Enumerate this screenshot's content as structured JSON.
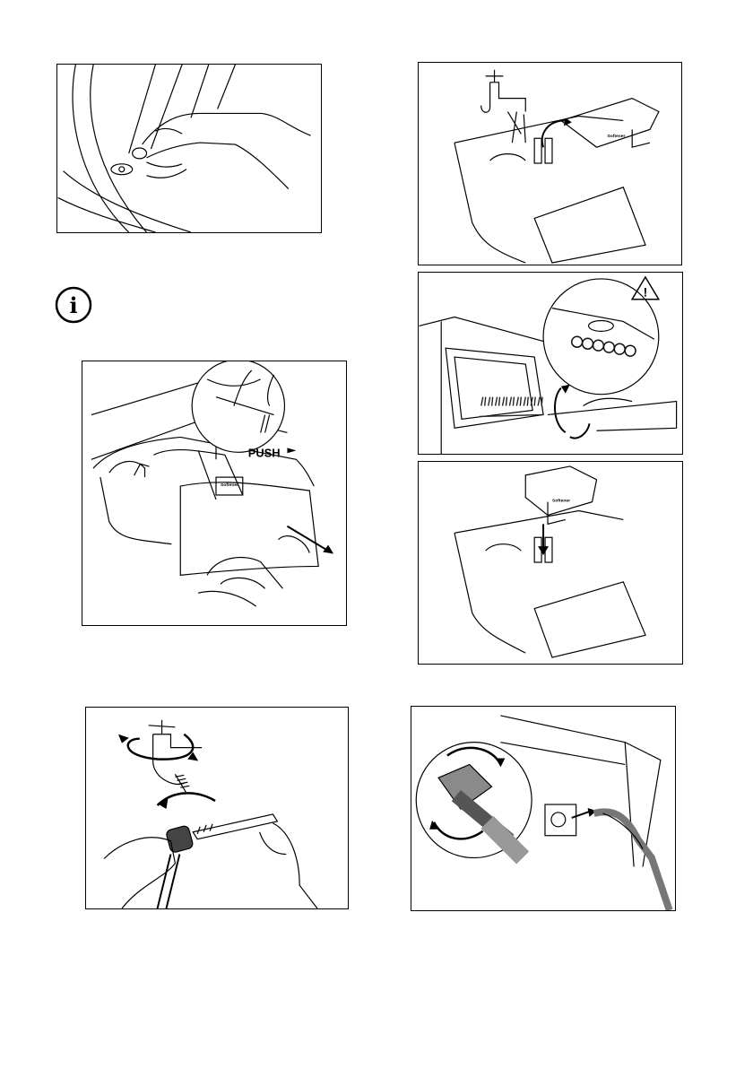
{
  "figures": {
    "door_latch": {
      "name": "door-seal-cleaning"
    },
    "dispenser_rinse": {
      "name": "dispenser-rinse"
    },
    "dispenser_removal": {
      "push_label": "PUSH"
    },
    "dispenser_recess": {
      "name": "recess-brush"
    },
    "dispenser_refit": {
      "name": "dispenser-refit"
    },
    "tap_filter": {
      "name": "tap-filter"
    },
    "inlet_filter": {
      "name": "inlet-filter"
    }
  },
  "info_icon": {
    "symbol": "i",
    "icon": "info-icon"
  },
  "warning_icon": {
    "symbol": "!",
    "icon": "warning-icon"
  },
  "colors": {
    "line": "#000000",
    "shade": "#b0b0b0",
    "dark": "#555555"
  }
}
